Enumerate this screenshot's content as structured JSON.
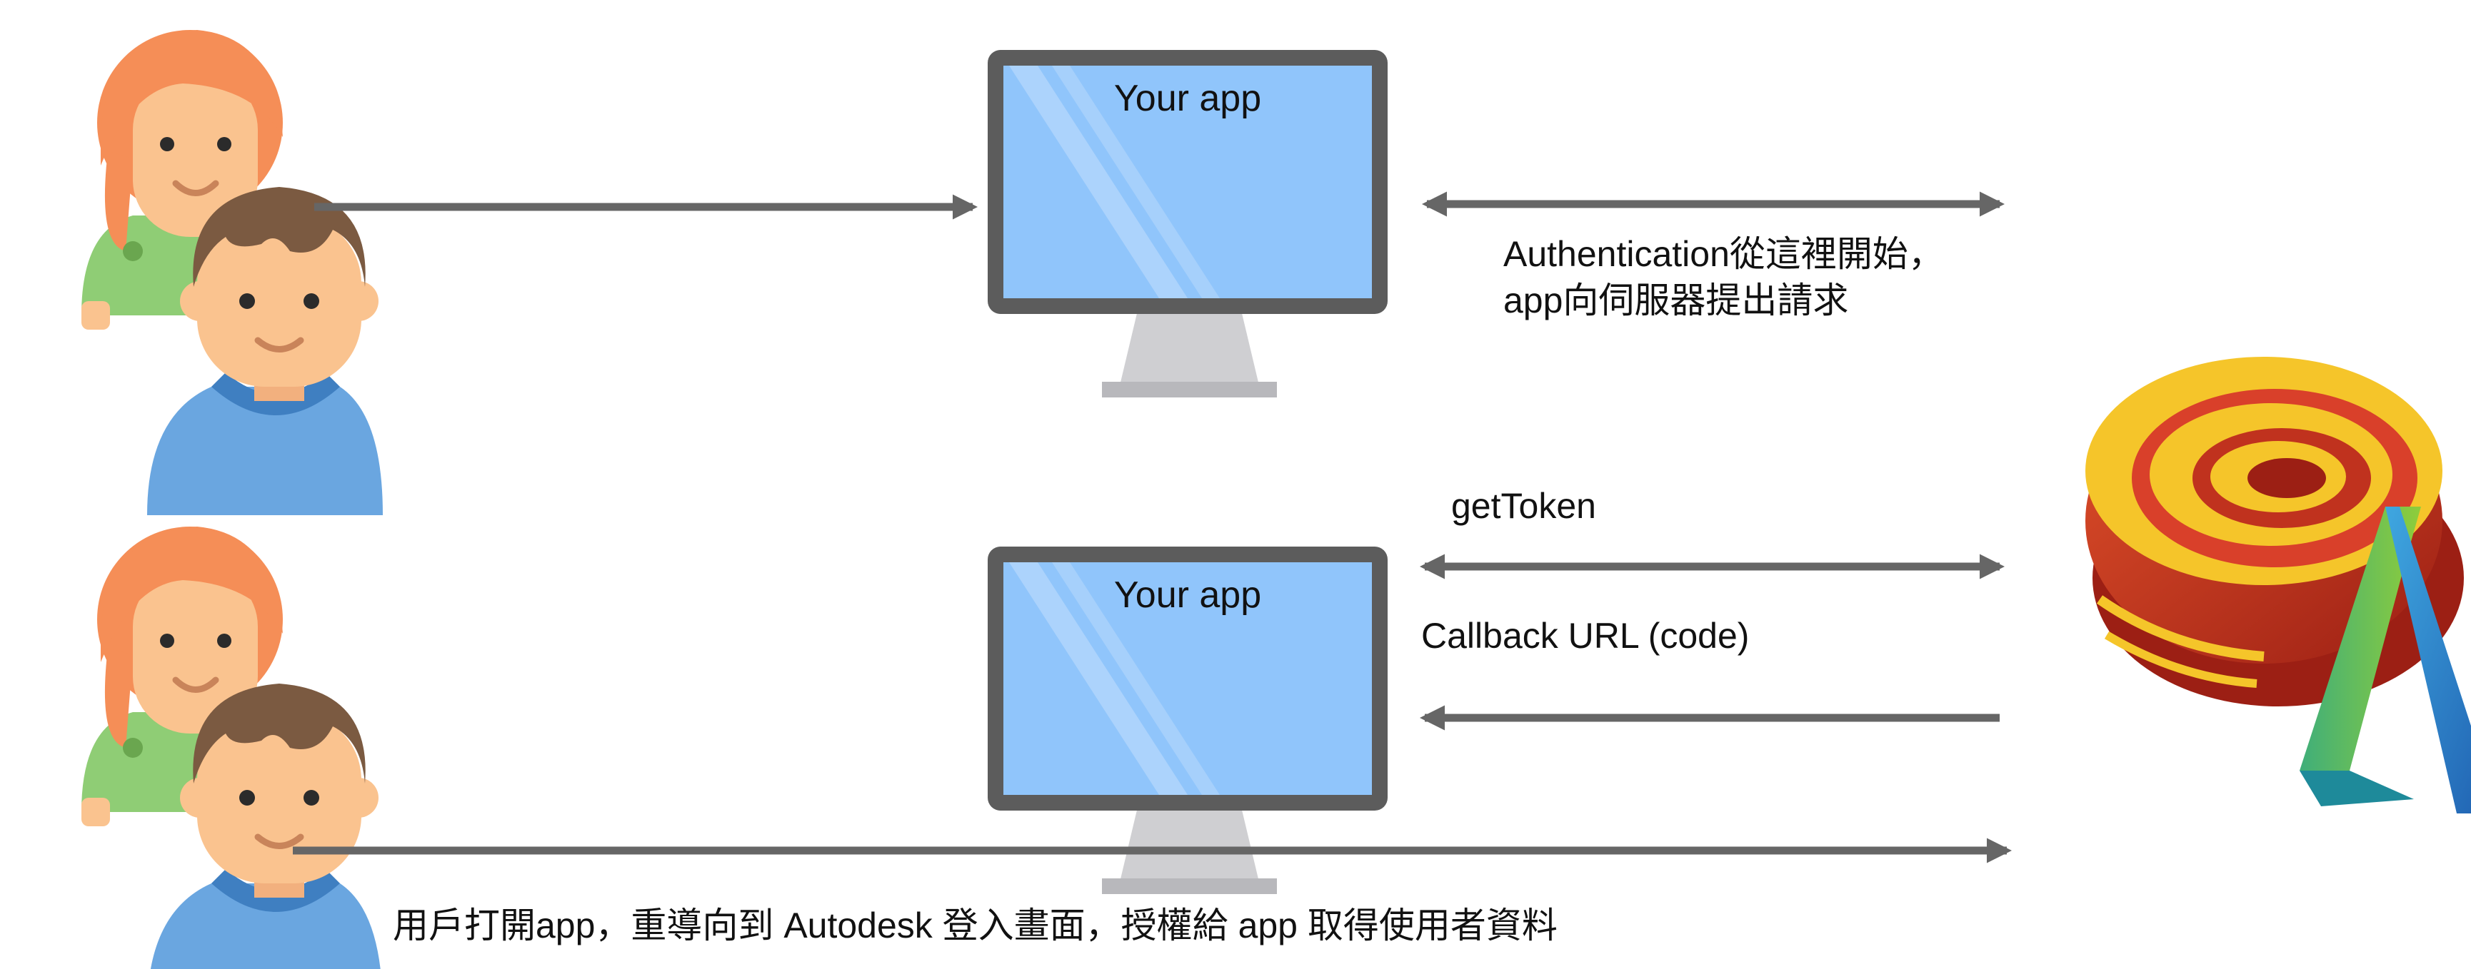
{
  "colors": {
    "arrow": "#666666",
    "monitor_frame": "#5c5c5c",
    "screen": "#90c5fb",
    "stand": "#cfcfd2",
    "stand_base": "#b8b8bc",
    "girl_hair": "#f58e57",
    "girl_shirt": "#8fcd75",
    "boy_hair": "#7b5a41",
    "boy_shirt": "#6aa6e0",
    "skin": "#fac38f",
    "logo_red": "#c0321e",
    "logo_yellow": "#f5c52a",
    "logo_blue": "#2a74c3",
    "logo_green": "#6bb33a"
  },
  "top_row": {
    "app_title": "Your app",
    "auth_note_line1": "Authentication從這裡開始，",
    "auth_note_line2": "app向伺服器提出請求"
  },
  "bottom_row": {
    "app_title": "Your app",
    "get_token_label": "getToken",
    "callback_label": "Callback URL (code)",
    "caption": "用戶打開app，重導向到 Autodesk 登入畫面，授權給 app 取得使用者資料"
  },
  "icons": {
    "users_top": "users-icon",
    "users_bottom": "users-icon",
    "monitor": "monitor-icon",
    "logo": "autodesk-logo-icon"
  }
}
